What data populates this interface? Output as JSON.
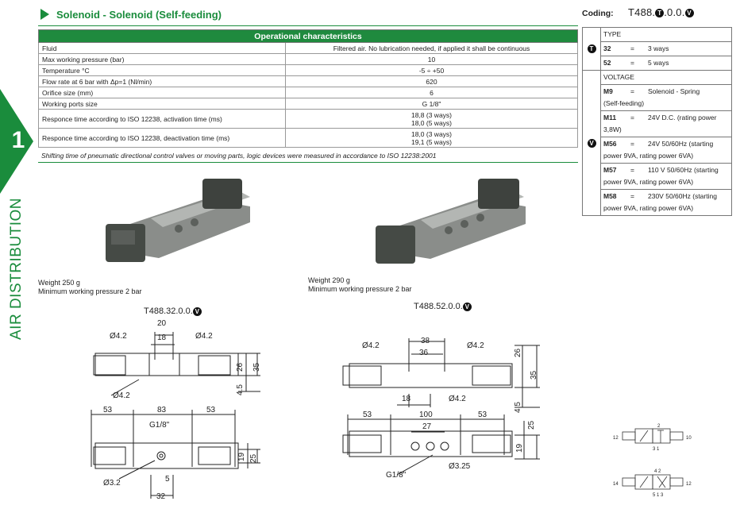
{
  "side": {
    "number": "1",
    "label": "AIR DISTRIBUTION"
  },
  "header": {
    "title": "Solenoid - Solenoid (Self-feeding)"
  },
  "ops": {
    "heading": "Operational characteristics",
    "rows": [
      {
        "k": "Fluid",
        "v": "Filtered air. No lubrication needed, if applied it shall be continuous"
      },
      {
        "k": "Max working pressure (bar)",
        "v": "10"
      },
      {
        "k": "Temperature °C",
        "v": "-5 ÷ +50"
      },
      {
        "k": "Flow rate at 6 bar with Δp=1 (Nl/min)",
        "v": "620"
      },
      {
        "k": "Orifice size (mm)",
        "v": "6"
      },
      {
        "k": "Working ports size",
        "v": "G 1/8\""
      },
      {
        "k": "Responce time according to ISO 12238, activation time (ms)",
        "v1": "18,8 (3 ways)",
        "v2": "18,0 (5 ways)"
      },
      {
        "k": "Responce time according to ISO 12238, deactivation time (ms)",
        "v1": "18,0 (3 ways)",
        "v2": "19,1 (5 ways)"
      }
    ],
    "note": "Shifting time of pneumatic directional control valves or moving parts, logic devices were measured in accordance to ISO 12238:2001"
  },
  "coding": {
    "label": "Coding:",
    "prefix": "T488.",
    "t_symbol": "T",
    "middle": ".0.0.",
    "v_symbol": "V",
    "type_head": "TYPE",
    "types": [
      {
        "code": "32",
        "eq": "=",
        "desc": "3 ways"
      },
      {
        "code": "52",
        "eq": "=",
        "desc": "5 ways"
      }
    ],
    "voltage_head": "VOLTAGE",
    "voltages": [
      {
        "code": "M9",
        "eq": "=",
        "desc": "Solenoid - Spring",
        "desc2": "(Self-feeding)"
      },
      {
        "code": "M11",
        "eq": "=",
        "desc": "24V D.C. (rating power",
        "desc2": "3,8W)"
      },
      {
        "code": "M56",
        "eq": "=",
        "desc": "24V 50/60Hz (starting",
        "desc2": "power 9VA, rating power 6VA)"
      },
      {
        "code": "M57",
        "eq": "=",
        "desc": "110 V 50/60Hz (starting",
        "desc2": "power 9VA, rating power 6VA)"
      },
      {
        "code": "M58",
        "eq": "=",
        "desc": "230V 50/60Hz (starting",
        "desc2": "power 9VA, rating power 6VA)"
      }
    ]
  },
  "products": [
    {
      "weight": "Weight 250 g",
      "min_pressure": "Minimum working pressure 2 bar",
      "model": "T488.32.0.0.",
      "model_symbol": "V"
    },
    {
      "weight": "Weight 290 g",
      "min_pressure": "Minimum working pressure 2 bar",
      "model": "T488.52.0.0.",
      "model_symbol": "V"
    }
  ],
  "dims_left": {
    "top": {
      "d1": "Ø4.2",
      "d2": "Ø4.2",
      "d3": "Ø4.2",
      "w20": "20",
      "w18": "18",
      "h26": "26",
      "h35": "35",
      "h45": "4.5"
    },
    "bottom": {
      "w53a": "53",
      "w83": "83",
      "w53b": "53",
      "port": "G1/8\"",
      "h19": "19",
      "h25": "25",
      "d32": "Ø3.2",
      "w5": "5",
      "w32": "32"
    }
  },
  "dims_right": {
    "top": {
      "d1": "Ø4.2",
      "d2": "Ø4.2",
      "d3": "Ø4.2",
      "w38": "38",
      "w36": "36",
      "w18": "18",
      "h26": "26",
      "h35": "35",
      "h45": "4.5"
    },
    "bottom": {
      "w53a": "53",
      "w100": "100",
      "w53b": "53",
      "w27": "27",
      "h25": "25",
      "h19": "19",
      "d325": "Ø3.25",
      "port": "G1/8\""
    }
  },
  "symbols": {
    "sym3": {
      "left_port": "12",
      "right_port": "10",
      "top_port": "2",
      "bot_ports": "3  1"
    },
    "sym5": {
      "left_port": "14",
      "right_port": "12",
      "top_ports": "4  2",
      "bot_ports": "5 1 3"
    }
  },
  "colors": {
    "brand_green": "#1a8c3c",
    "header_bg": "#1f8a3e"
  }
}
